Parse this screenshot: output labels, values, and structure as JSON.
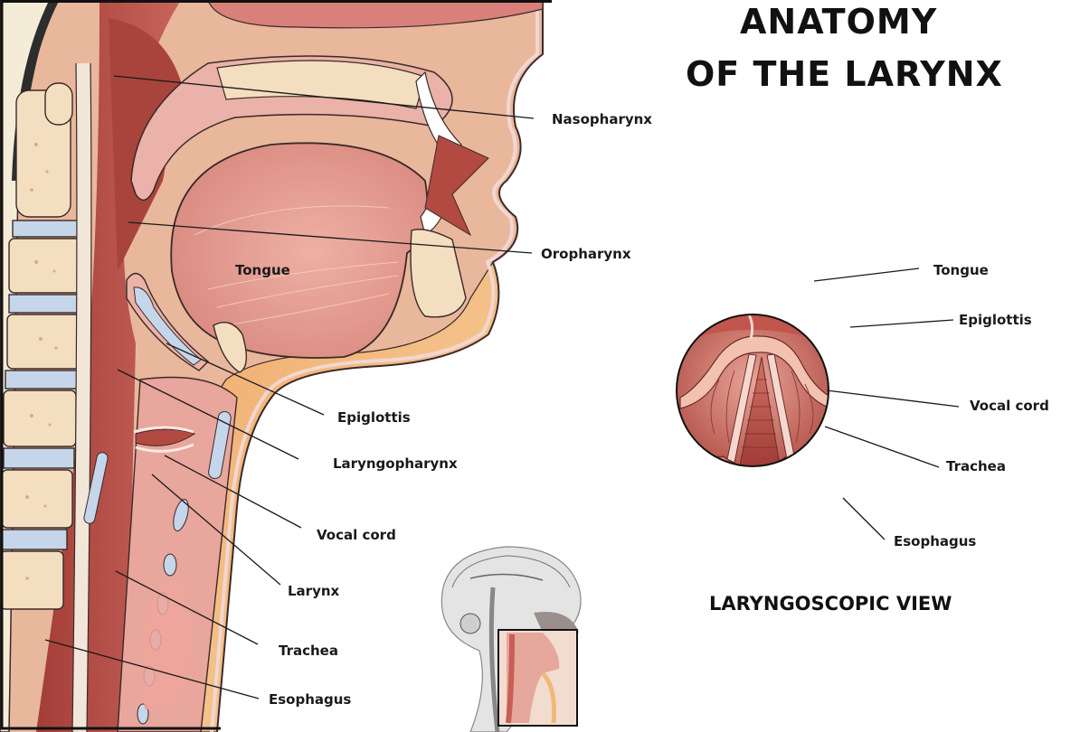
{
  "title": {
    "line1": "ANATOMY",
    "line2": "OF THE LARYNX"
  },
  "sagittal_view": {
    "labels": [
      {
        "id": "nasopharynx",
        "text": "Nasopharynx"
      },
      {
        "id": "oropharynx",
        "text": "Oropharynx"
      },
      {
        "id": "tongue",
        "text": "Tongue"
      },
      {
        "id": "epiglottis",
        "text": "Epiglottis"
      },
      {
        "id": "laryngopharynx",
        "text": "Laryngopharynx"
      },
      {
        "id": "vocal_cord",
        "text": "Vocal cord"
      },
      {
        "id": "larynx",
        "text": "Larynx"
      },
      {
        "id": "trachea",
        "text": "Trachea"
      },
      {
        "id": "esophagus",
        "text": "Esophagus"
      }
    ]
  },
  "laryngoscopic_view": {
    "title": "LARYNGOSCOPIC VIEW",
    "labels": [
      {
        "id": "tongue",
        "text": "Tongue"
      },
      {
        "id": "epiglottis",
        "text": "Epiglottis"
      },
      {
        "id": "vocal_cord",
        "text": "Vocal cord"
      },
      {
        "id": "trachea",
        "text": "Trachea"
      },
      {
        "id": "esophagus",
        "text": "Esophagus"
      }
    ]
  },
  "colors": {
    "tissue_dark": "#a8443c",
    "tissue_mid": "#d9807a",
    "tissue_light": "#eeb2a6",
    "bone": "#f3dfc0",
    "fat": "#f2b978",
    "cartilage": "#c6d6ea",
    "outline": "#3a2a28",
    "text": "#1a1a1a"
  }
}
